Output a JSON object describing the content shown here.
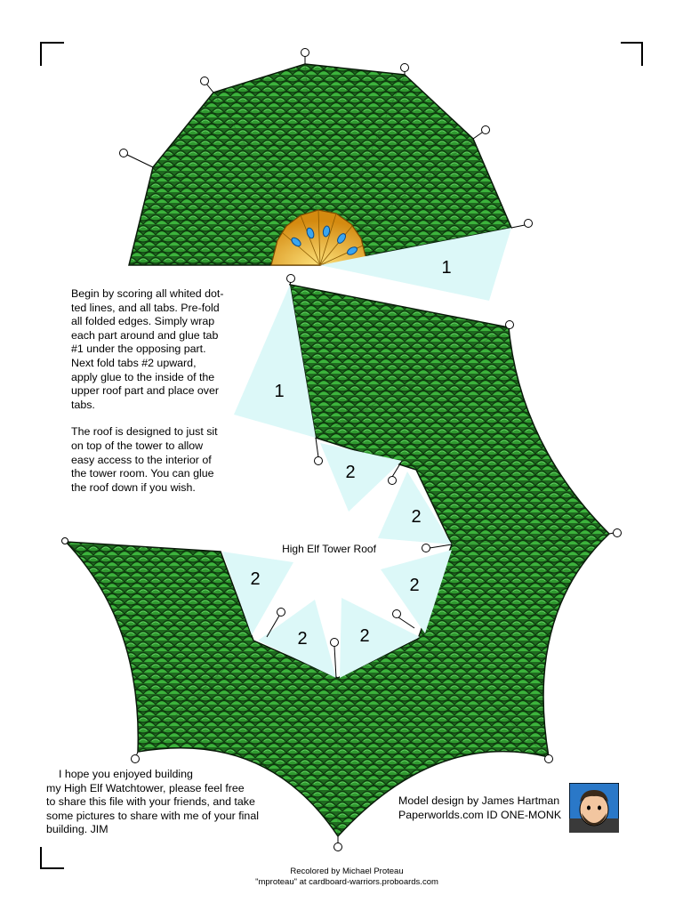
{
  "instructions": {
    "p1": [
      "Begin by scoring all whited dot-",
      "ted lines, and all tabs. Pre-fold",
      "all folded edges. Simply wrap",
      "each part around and glue tab",
      "#1 under the opposing part.",
      "Next fold tabs #2 upward,",
      "apply glue to the inside of the",
      "upper roof part and place over",
      "tabs."
    ],
    "p2": [
      "The roof is designed to just sit",
      "on top of the tower to allow",
      "easy access to the interior of",
      "the tower room. You can glue",
      "the roof down if you wish."
    ]
  },
  "part_title": "High Elf Tower Roof",
  "tabs": {
    "tab1": "1",
    "tab2": "2"
  },
  "outro": [
    "I hope you enjoyed building",
    "my High Elf  Watchtower, please feel free",
    "to share this file with your friends, and take",
    "some pictures to share with me of your final",
    "building. JIM"
  ],
  "credits": [
    "Model design by James Hartman",
    "Paperworlds.com ID ONE-MONK"
  ],
  "footer": [
    "Recolored by Michael Proteau",
    "\"mproteau\" at cardboard-warriors.proboards.com"
  ],
  "colors": {
    "scale_dark": "#0e3a0e",
    "scale_light": "#3cb33c",
    "tab_fill": "#dcf8f8",
    "gold": "#e8a418",
    "gem": "#3aa6f0"
  },
  "icons": {
    "avatar": "author-avatar-icon",
    "corner": "crop-mark-icon",
    "pin": "glue-pin-icon"
  }
}
